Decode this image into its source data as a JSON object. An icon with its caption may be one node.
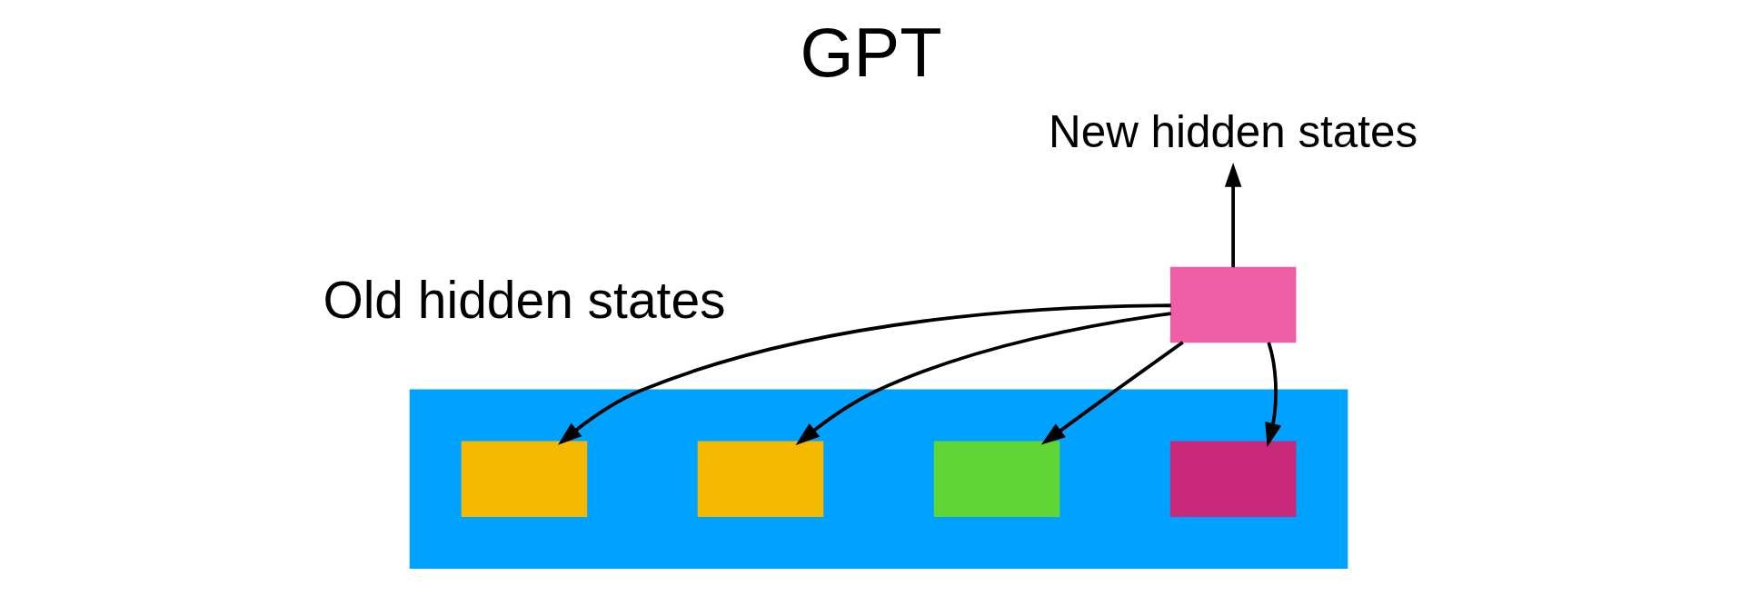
{
  "diagram": {
    "title": "GPT",
    "nodes": [
      {
        "text": [],
        "shape": "box"
      },
      {
        "text": [],
        "shape": "box",
        "in": 0
      },
      {
        "text": [],
        "shape": "box",
        "in": 0
      },
      {
        "text": [],
        "shape": "box",
        "in": 0
      },
      {
        "text": [],
        "shape": "box",
        "in": 0
      },
      {
        "text": [],
        "shape": "box"
      },
      {
        "text": [
          "New hidden states"
        ]
      }
    ],
    "edges": [
      {
        "from": 5,
        "to": 1,
        "arrow": "to"
      },
      {
        "from": 5,
        "to": 2,
        "arrow": "to"
      },
      {
        "from": 5,
        "to": 3,
        "arrow": "to"
      },
      {
        "from": 5,
        "to": 4,
        "arrow": "to"
      },
      {
        "from": 5,
        "to": 6,
        "arrow": "to"
      }
    ],
    "labels": [
      "Old hidden states"
    ]
  }
}
